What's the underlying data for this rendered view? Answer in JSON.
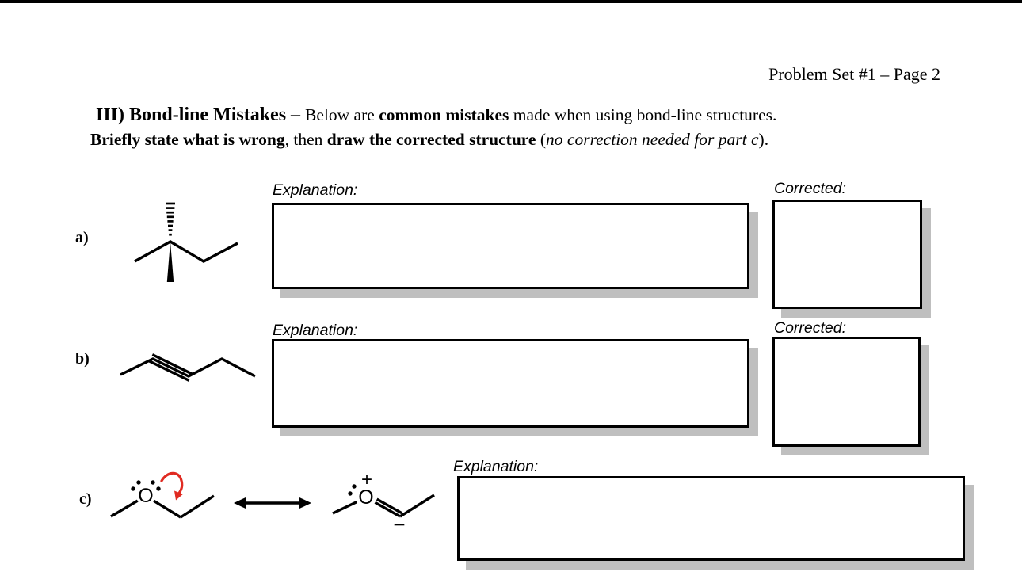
{
  "colors": {
    "accent_red": "#e02b22",
    "shadow_gray": "#bfbfbf",
    "ink": "#000000"
  },
  "header": {
    "title": "Problem Set #1 – Page 2"
  },
  "instructions": {
    "line1": [
      {
        "text": "III) Bond-line Mistakes – "
      },
      {
        "text": "Below are "
      },
      {
        "text": "common mistakes"
      },
      {
        "text": " made when using bond-line structures."
      }
    ],
    "line2": [
      {
        "text": "Briefly state what is wrong"
      },
      {
        "text": ", then "
      },
      {
        "text": "draw the corrected structure"
      },
      {
        "text": " ("
      },
      {
        "text": "no correction needed for part c"
      },
      {
        "text": ")."
      }
    ]
  },
  "parts": {
    "a": {
      "label": "a)",
      "explanation_label": "Explanation:",
      "corrected_label": "Corrected:",
      "structure_name": "2,2-dimethylbutane drawn with vertical hashed wedge up and solid wedge down on same carbon"
    },
    "b": {
      "label": "b)",
      "explanation_label": "Explanation:",
      "corrected_label": "Corrected:",
      "structure_name": "2-pentyne drawn with bent (non-linear) triple bond"
    },
    "c": {
      "label": "c)",
      "explanation_label": "Explanation:",
      "left_structure": {
        "atom_label": "O"
      },
      "right_structure": {
        "atom_label": "O",
        "plus_charge": "+",
        "minus_charge": "−"
      }
    }
  }
}
